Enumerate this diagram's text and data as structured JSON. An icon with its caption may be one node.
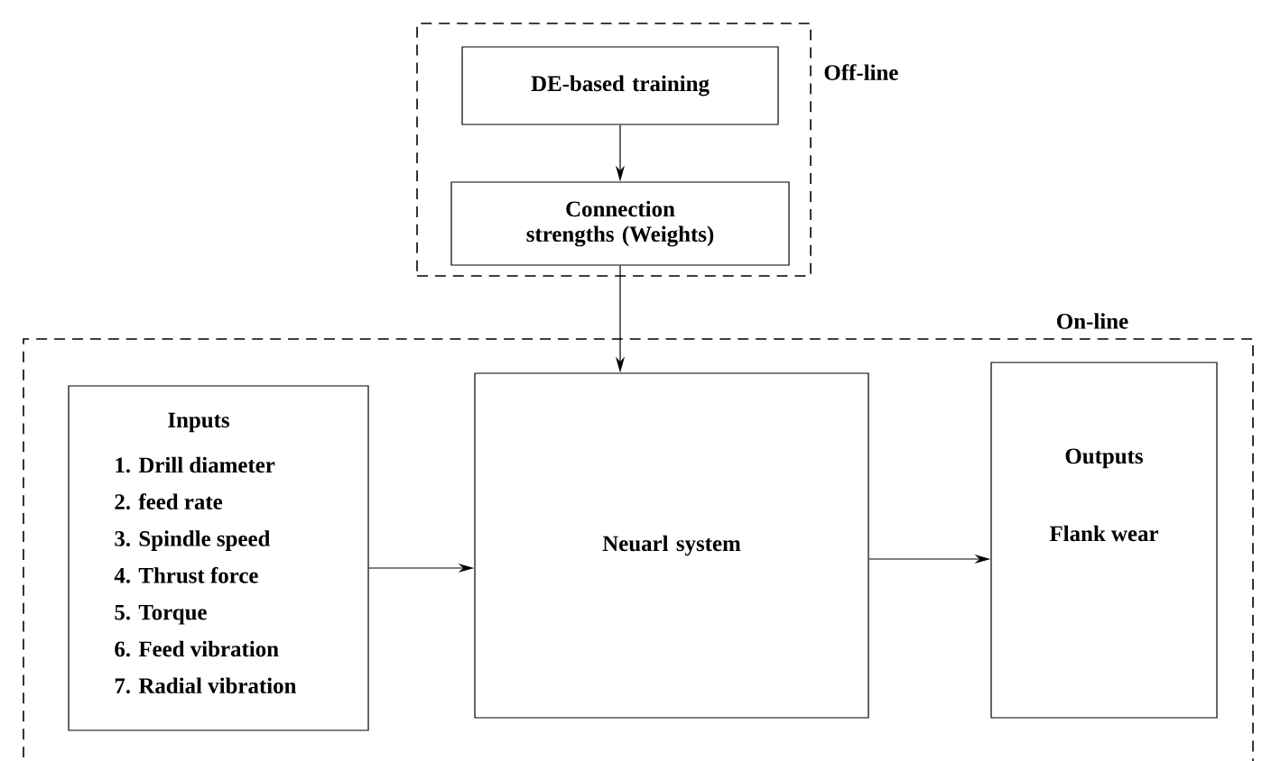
{
  "diagram": {
    "nodes": [
      {
        "text": [
          "Off-line"
        ]
      },
      {
        "text": [
          "DE-based training"
        ],
        "in": 0
      },
      {
        "text": [
          "Connection strengths (Weights)"
        ],
        "in": 0
      },
      {
        "text": [
          "On-line"
        ]
      },
      {
        "text": [
          "Inputs",
          "1. Drill diameter",
          "2. feed rate",
          "3. Spindle speed",
          "4. Thrust force",
          "5. Torque",
          "6. Feed vibration",
          "7. Radial vibration"
        ],
        "in": 3
      },
      {
        "text": [
          "Neuarl system"
        ],
        "in": 3
      },
      {
        "text": [
          "Outputs",
          "Flank wear"
        ],
        "in": 3
      }
    ],
    "edges": [
      {
        "from": 1,
        "to": 2,
        "arrow": "to"
      },
      {
        "from": 2,
        "to": 5,
        "arrow": "to"
      },
      {
        "from": 4,
        "to": 5,
        "arrow": "to"
      },
      {
        "from": 5,
        "to": 6,
        "arrow": "to"
      }
    ]
  }
}
